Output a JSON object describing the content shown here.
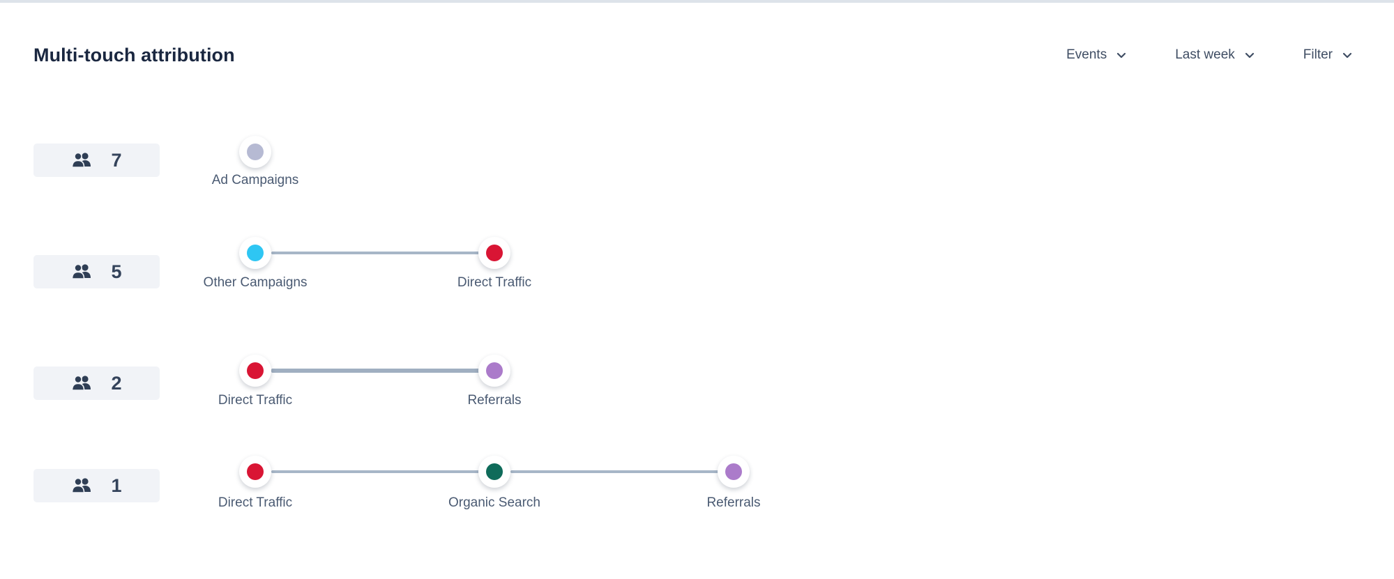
{
  "header": {
    "title": "Multi-touch attribution",
    "controls": [
      {
        "label": "Events",
        "icon": "chevron-down-icon"
      },
      {
        "label": "Last week",
        "icon": "chevron-down-icon"
      },
      {
        "label": "Filter",
        "icon": "chevron-down-icon"
      }
    ]
  },
  "channel_colors": {
    "Ad Campaigns": "#b6bad3",
    "Other Campaigns": "#2ec6f3",
    "Direct Traffic": "#d91534",
    "Referrals": "#ab7bca",
    "Organic Search": "#0f6b5a"
  },
  "rows": [
    {
      "count": "7",
      "icon": "users-icon",
      "steps": [
        "Ad Campaigns"
      ]
    },
    {
      "count": "5",
      "icon": "users-icon",
      "steps": [
        "Other Campaigns",
        "Direct Traffic"
      ]
    },
    {
      "count": "2",
      "icon": "users-icon",
      "steps": [
        "Direct Traffic",
        "Referrals"
      ]
    },
    {
      "count": "1",
      "icon": "users-icon",
      "steps": [
        "Direct Traffic",
        "Organic Search",
        "Referrals"
      ]
    }
  ]
}
